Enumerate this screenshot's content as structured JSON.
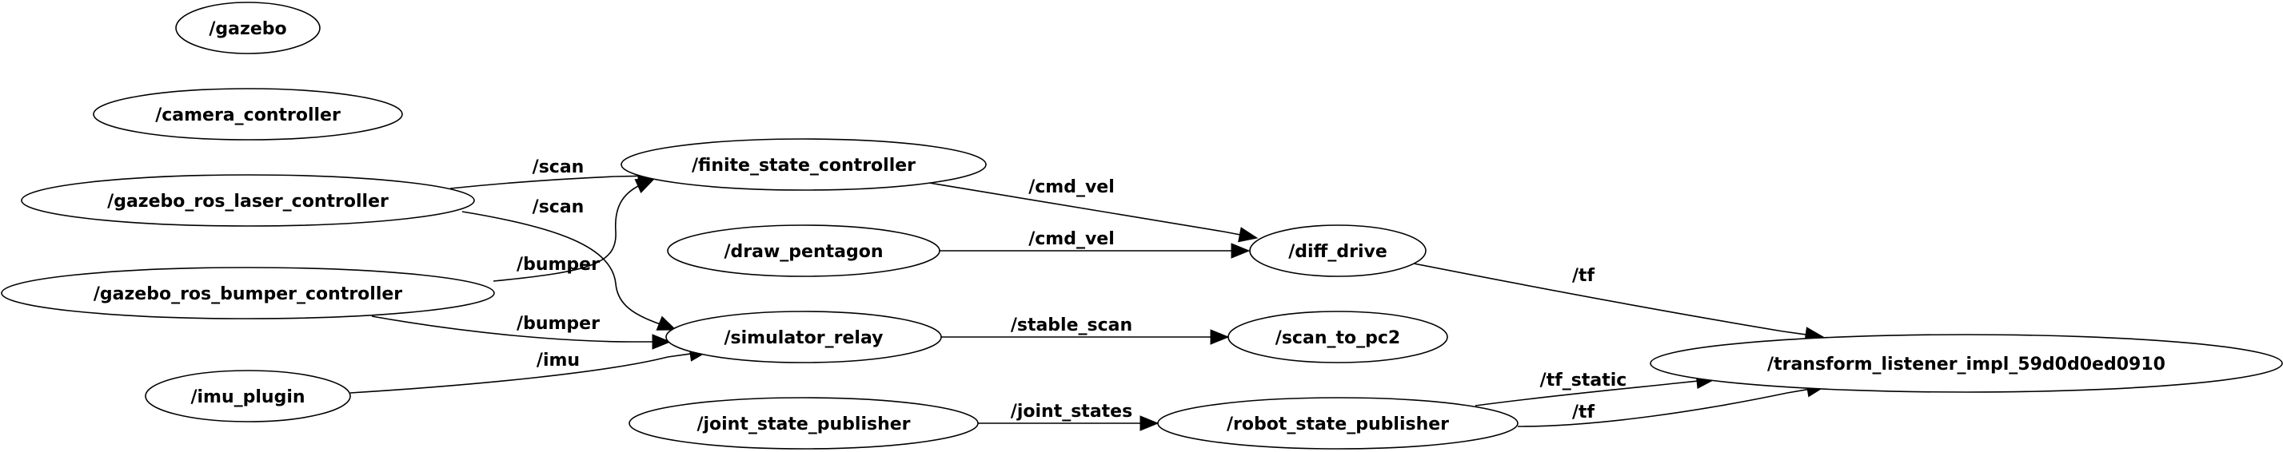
{
  "diagram": {
    "nodes": [
      {
        "id": "gazebo",
        "label": "/gazebo"
      },
      {
        "id": "camera_controller",
        "label": "/camera_controller"
      },
      {
        "id": "gazebo_ros_laser_controller",
        "label": "/gazebo_ros_laser_controller"
      },
      {
        "id": "gazebo_ros_bumper_controller",
        "label": "/gazebo_ros_bumper_controller"
      },
      {
        "id": "imu_plugin",
        "label": "/imu_plugin"
      },
      {
        "id": "finite_state_controller",
        "label": "/finite_state_controller"
      },
      {
        "id": "draw_pentagon",
        "label": "/draw_pentagon"
      },
      {
        "id": "simulator_relay",
        "label": "/simulator_relay"
      },
      {
        "id": "joint_state_publisher",
        "label": "/joint_state_publisher"
      },
      {
        "id": "diff_drive",
        "label": "/diff_drive"
      },
      {
        "id": "scan_to_pc2",
        "label": "/scan_to_pc2"
      },
      {
        "id": "robot_state_publisher",
        "label": "/robot_state_publisher"
      },
      {
        "id": "transform_listener",
        "label": "/transform_listener_impl_59d0d0ed0910"
      }
    ],
    "edges": [
      {
        "id": "laser-fsc",
        "from": "gazebo_ros_laser_controller",
        "to": "finite_state_controller",
        "label": "/scan"
      },
      {
        "id": "laser-relay",
        "from": "gazebo_ros_laser_controller",
        "to": "simulator_relay",
        "label": "/scan"
      },
      {
        "id": "bumper-fsc",
        "from": "gazebo_ros_bumper_controller",
        "to": "finite_state_controller",
        "label": "/bumper"
      },
      {
        "id": "bumper-relay",
        "from": "gazebo_ros_bumper_controller",
        "to": "simulator_relay",
        "label": "/bumper"
      },
      {
        "id": "imu-relay",
        "from": "imu_plugin",
        "to": "simulator_relay",
        "label": "/imu"
      },
      {
        "id": "fsc-diff",
        "from": "finite_state_controller",
        "to": "diff_drive",
        "label": "/cmd_vel"
      },
      {
        "id": "pentagon-diff",
        "from": "draw_pentagon",
        "to": "diff_drive",
        "label": "/cmd_vel"
      },
      {
        "id": "relay-pc2",
        "from": "simulator_relay",
        "to": "scan_to_pc2",
        "label": "/stable_scan"
      },
      {
        "id": "jsp-rsp",
        "from": "joint_state_publisher",
        "to": "robot_state_publisher",
        "label": "/joint_states"
      },
      {
        "id": "diff-tl",
        "from": "diff_drive",
        "to": "transform_listener",
        "label": "/tf"
      },
      {
        "id": "rsp-tl-static",
        "from": "robot_state_publisher",
        "to": "transform_listener",
        "label": "/tf_static"
      },
      {
        "id": "rsp-tl",
        "from": "robot_state_publisher",
        "to": "transform_listener",
        "label": "/tf"
      }
    ]
  }
}
